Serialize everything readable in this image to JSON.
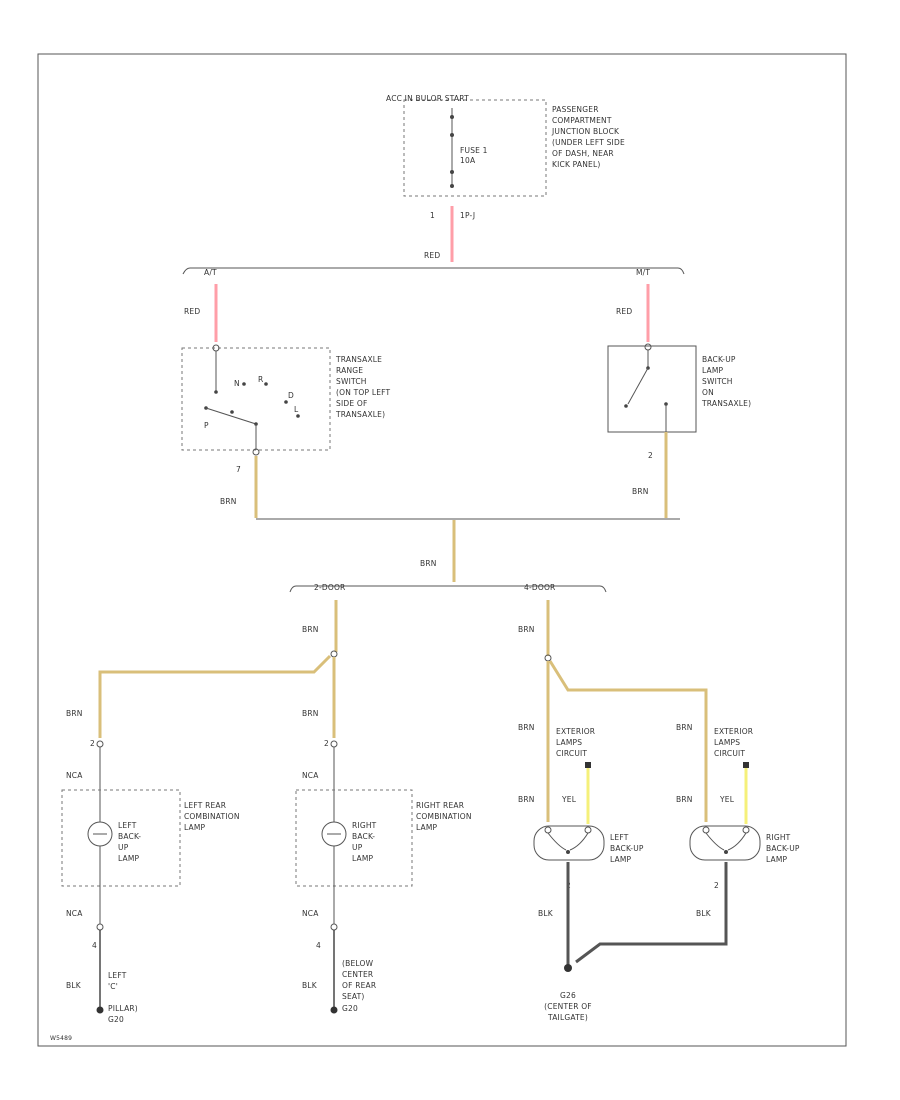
{
  "colors": {
    "red_wire": "#ff9ea8",
    "brn_wire": "#d9bf7a",
    "yel_wire": "#f5f07a",
    "blk_wire": "#3a3a3a",
    "frame": "#555555"
  },
  "fuse_block": {
    "mode": "ACC IN BULOR START",
    "fuse": "FUSE 1",
    "rating": "10A",
    "location": [
      "PASSENGER",
      "COMPARTMENT",
      "JUNCTION BLOCK",
      "(UNDER LEFT SIDE",
      "OF DASH, NEAR",
      "KICK PANEL)"
    ],
    "pin": "1",
    "connector": "1P-J"
  },
  "wires": {
    "red": "RED",
    "brn": "BRN",
    "yel": "YEL",
    "blk": "BLK",
    "nca": "NCA"
  },
  "branches": {
    "auto": "A/T",
    "manual": "M/T",
    "two_door": "2-DOOR",
    "four_door": "4-DOOR"
  },
  "transaxle_range_switch": {
    "label": [
      "TRANSAXLE",
      "RANGE",
      "SWITCH",
      "(ON TOP LEFT",
      "SIDE OF",
      "TRANSAXLE)"
    ],
    "positions": [
      "N",
      "R",
      "D",
      "L",
      "P"
    ],
    "pin": "7"
  },
  "backup_lamp_switch": {
    "label": [
      "BACK-UP",
      "LAMP",
      "SWITCH",
      "ON",
      "TRANSAXLE)"
    ],
    "pin": "2"
  },
  "left_rear_combo": {
    "label": [
      "LEFT REAR",
      "COMBINATION",
      "LAMP"
    ],
    "lamp": [
      "LEFT",
      "BACK-",
      "UP",
      "LAMP"
    ],
    "pin_top": "2",
    "pin_bottom": "4",
    "ground": [
      "LEFT",
      "'C'",
      "PILLAR)",
      "G20"
    ]
  },
  "right_rear_combo": {
    "label": [
      "RIGHT REAR",
      "COMBINATION",
      "LAMP"
    ],
    "lamp": [
      "RIGHT",
      "BACK-",
      "UP",
      "LAMP"
    ],
    "pin_top": "2",
    "pin_bottom": "4",
    "ground": [
      "(BELOW",
      "CENTER",
      "OF REAR",
      "SEAT)",
      "G20"
    ]
  },
  "exterior_lamps": {
    "label": [
      "EXTERIOR",
      "LAMPS",
      "CIRCUIT"
    ]
  },
  "left_backup_lamp": {
    "label": [
      "LEFT",
      "BACK-UP",
      "LAMP"
    ],
    "pin": "2"
  },
  "right_backup_lamp": {
    "label": [
      "RIGHT",
      "BACK-UP",
      "LAMP"
    ],
    "pin": "2"
  },
  "tailgate_ground": {
    "label": [
      "G26",
      "(CENTER OF",
      "TAILGATE)"
    ]
  },
  "figure_id": "W5489"
}
